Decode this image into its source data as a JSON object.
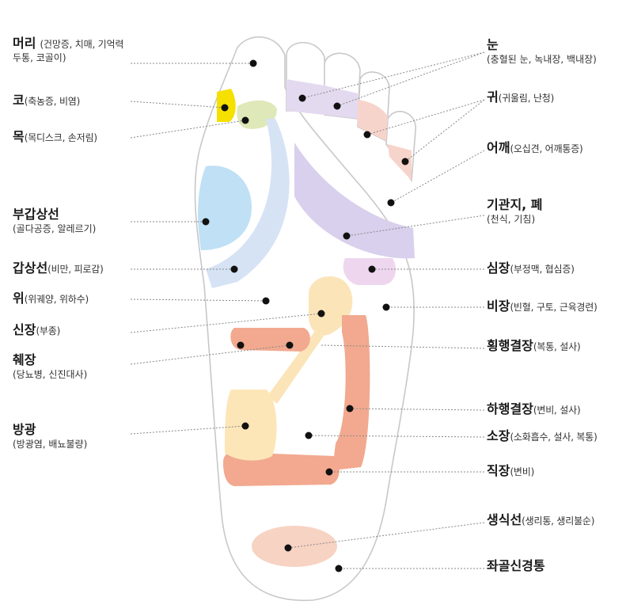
{
  "labels": {
    "head": {
      "main": "머리",
      "sub": "(건망증, 치매, 기억력",
      "sub2": "두통, 코골이)"
    },
    "nose": {
      "main": "코",
      "sub": "(축농증, 비염)"
    },
    "neck": {
      "main": "목",
      "sub": "(목디스크, 손저림)"
    },
    "adrenal": {
      "main": "부갑상선",
      "sub2": "(골다공증, 알레르기)"
    },
    "thyroid": {
      "main": "갑상선",
      "sub": "(비만, 피로감)"
    },
    "stomach": {
      "main": "위",
      "sub": "(위궤양, 위하수)"
    },
    "kidney": {
      "main": "신장",
      "sub": "(부종)"
    },
    "pancreas": {
      "main": "췌장",
      "sub2": "(당뇨병, 신진대사)"
    },
    "bladder": {
      "main": "방광",
      "sub2": "(방광염, 배뇨불량)"
    },
    "eye": {
      "main": "눈",
      "sub2": "(충혈된 눈, 녹내장, 백내장)"
    },
    "ear": {
      "main": "귀",
      "sub": "(귀울림, 난청)"
    },
    "shoulder": {
      "main": "어깨",
      "sub": "(오십견, 어깨통증)"
    },
    "lung": {
      "main": "기관지, 폐",
      "sub2": "(천식, 기침)"
    },
    "heart": {
      "main": "심장",
      "sub": "(부정맥, 협심증)"
    },
    "spleen": {
      "main": "비장",
      "sub": "(빈혈, 구토, 근육경련)"
    },
    "transverse": {
      "main": "횡행결장",
      "sub": "(복통, 설사)"
    },
    "descending": {
      "main": "하행결장",
      "sub": "(변비, 설사)"
    },
    "smallint": {
      "main": "소장",
      "sub": "(소화흡수, 설사, 복통)"
    },
    "rectum": {
      "main": "직장",
      "sub": "(변비)"
    },
    "genital": {
      "main": "생식선",
      "sub": "(생리통, 생리불순)"
    },
    "sciatic": {
      "main": "좌골신경통"
    }
  },
  "colors": {
    "outline": "#c8c8c8",
    "nose_yellow": "#f5e000",
    "neck_green": "#dfe8b8",
    "toe_purple": "#e4daf0",
    "toe_pink": "#f7d4cb",
    "adrenal_blue": "#bfe0f5",
    "thyroid_band": "#d6e3f5",
    "lung_band": "#d8d0ec",
    "heart_pink": "#efd6ef",
    "kidney_cream": "#fbe4b8",
    "colon_salmon": "#f2a98f",
    "bladder_cream": "#fce6b7",
    "genital_peach": "#f7d3c3",
    "dot": "#111111"
  }
}
